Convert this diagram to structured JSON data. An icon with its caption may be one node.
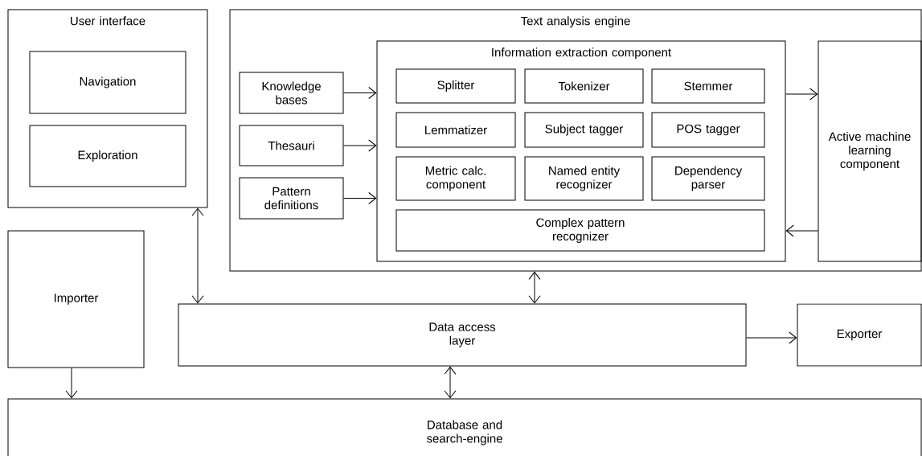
{
  "diagram": {
    "nodes": [
      {
        "text": [
          "User interface"
        ]
      },
      {
        "text": [
          "Navigation"
        ],
        "in": 0
      },
      {
        "text": [
          "Exploration"
        ],
        "in": 0
      },
      {
        "text": [
          "Text analysis engine"
        ]
      },
      {
        "text": [
          "Knowledge bases"
        ],
        "in": 3
      },
      {
        "text": [
          "Thesauri"
        ],
        "in": 3
      },
      {
        "text": [
          "Pattern definitions"
        ],
        "in": 3
      },
      {
        "text": [
          "Information extraction component"
        ],
        "in": 3
      },
      {
        "text": [
          "Splitter"
        ],
        "in": 7
      },
      {
        "text": [
          "Tokenizer"
        ],
        "in": 7
      },
      {
        "text": [
          "Stemmer"
        ],
        "in": 7
      },
      {
        "text": [
          "Lemmatizer"
        ],
        "in": 7
      },
      {
        "text": [
          "Subject tagger"
        ],
        "in": 7
      },
      {
        "text": [
          "POS tagger"
        ],
        "in": 7
      },
      {
        "text": [
          "Metric calc. component"
        ],
        "in": 7
      },
      {
        "text": [
          "Named entity recognizer"
        ],
        "in": 7
      },
      {
        "text": [
          "Dependency parser"
        ],
        "in": 7
      },
      {
        "text": [
          "Complex pattern recognizer"
        ],
        "in": 7
      },
      {
        "text": [
          "Active machine learning component"
        ],
        "in": 3
      },
      {
        "text": [
          "Importer"
        ]
      },
      {
        "text": [
          "Data access layer"
        ]
      },
      {
        "text": [
          "Exporter"
        ]
      },
      {
        "text": [
          "Database and search-engine"
        ]
      }
    ],
    "edges": [
      {
        "from": 4,
        "to": 7,
        "arrow": "to"
      },
      {
        "from": 5,
        "to": 7,
        "arrow": "to"
      },
      {
        "from": 6,
        "to": 7,
        "arrow": "to"
      },
      {
        "from": 7,
        "to": 18,
        "arrow": "to"
      },
      {
        "from": 18,
        "to": 7,
        "arrow": "to"
      },
      {
        "from": 0,
        "to": 20,
        "arrow": "both"
      },
      {
        "from": 3,
        "to": 20,
        "arrow": "both"
      },
      {
        "from": 20,
        "to": 21,
        "arrow": "to"
      },
      {
        "from": 19,
        "to": 22,
        "arrow": "to"
      },
      {
        "from": 20,
        "to": 22,
        "arrow": "both"
      }
    ]
  }
}
